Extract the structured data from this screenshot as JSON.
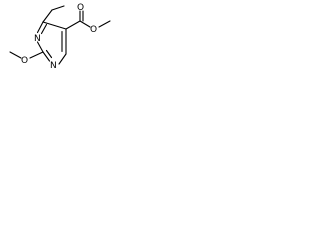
{
  "molecule": {
    "atoms": {
      "ring_n_top": "N",
      "ring_n_bottom": "N",
      "ester_o_double": "O",
      "ester_o_single": "O",
      "methoxy_o": "O"
    }
  },
  "colors": {
    "background": "#ffffff",
    "ink": "#000000"
  }
}
